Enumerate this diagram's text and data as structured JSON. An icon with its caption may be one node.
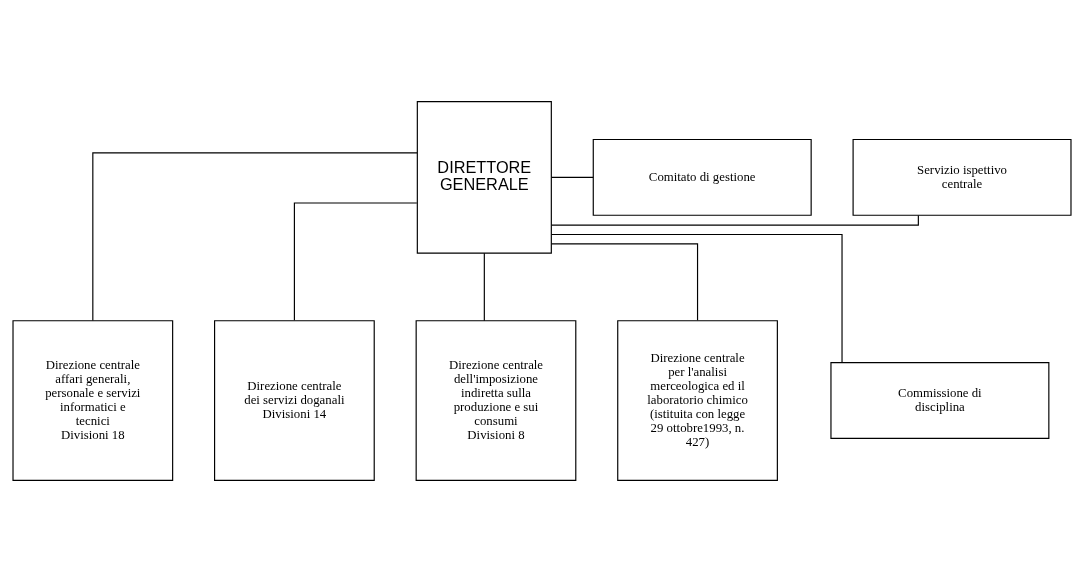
{
  "diagram": {
    "nodes": [
      {
        "text": [
          "DIRETTORE GENERALE"
        ]
      },
      {
        "text": [
          "Servizio ispettivo centrale"
        ]
      },
      {
        "text": [
          "Comitato di gestione"
        ]
      },
      {
        "text": [
          "Commissione di disciplina"
        ]
      },
      {
        "text": [
          "Direzione centrale affari generali, personale e servizi informatici e tecnici",
          "Divisioni 18"
        ]
      },
      {
        "text": [
          "Direzione centrale dei servizi doganali",
          "Divisioni 14"
        ]
      },
      {
        "text": [
          "Direzione centrale dell'imposizione indiretta sulla produzione e sui consumi",
          "Divisioni 8"
        ]
      },
      {
        "text": [
          "Direzione centrale per l'analisi merceologica ed il laboratorio chimico",
          "(istituita con legge 29 ottobre1993, n. 427)"
        ]
      }
    ],
    "edges": [
      {
        "from": 0,
        "to": 1,
        "arrow": "none"
      },
      {
        "from": 0,
        "to": 2,
        "arrow": "none"
      },
      {
        "from": 0,
        "to": 3,
        "arrow": "none"
      },
      {
        "from": 0,
        "to": 4,
        "arrow": "none"
      },
      {
        "from": 0,
        "to": 5,
        "arrow": "none"
      },
      {
        "from": 0,
        "to": 6,
        "arrow": "none"
      },
      {
        "from": 0,
        "to": 7,
        "arrow": "none"
      }
    ]
  }
}
